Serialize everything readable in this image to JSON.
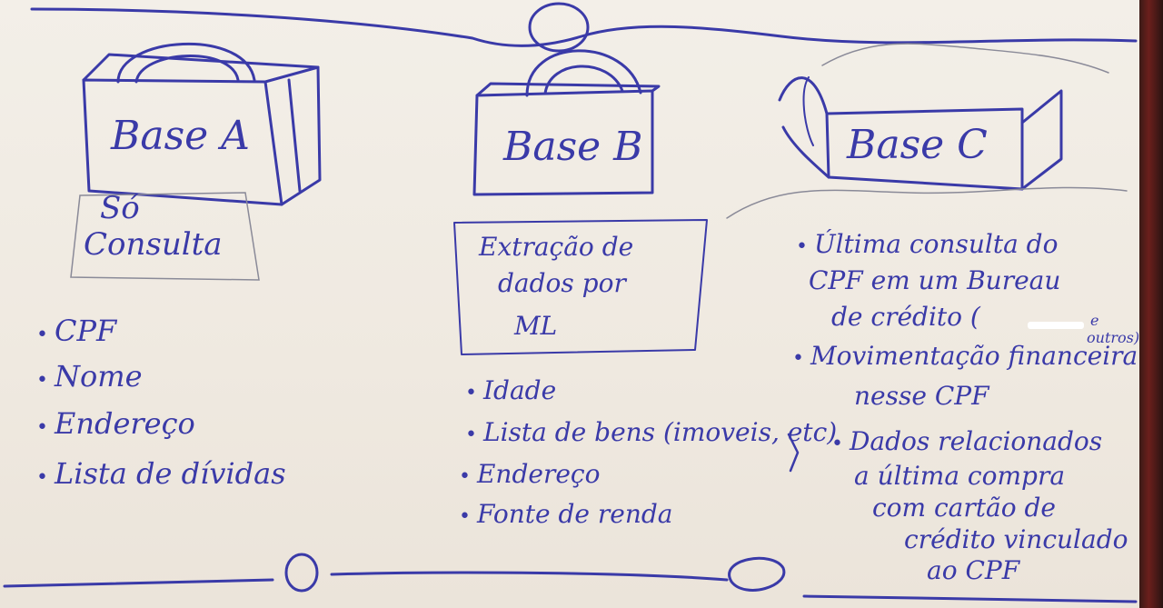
{
  "bases": [
    {
      "title": "Base A",
      "note_lines": [
        "Só",
        "Consulta"
      ],
      "items": [
        "CPF",
        "Nome",
        "Endereço",
        "Lista de dívidas"
      ]
    },
    {
      "title": "Base B",
      "note_lines": [
        "Extração de",
        "dados por",
        "ML"
      ],
      "items": [
        "Idade",
        "Lista de bens (imoveis, etc)",
        "Endereço",
        "Fonte de renda"
      ]
    },
    {
      "title": "Base C",
      "items": [
        {
          "lines": [
            "Última consulta do",
            "CPF em um Bureau",
            "de crédito ("
          ],
          "suffix": [
            "e",
            "outros)"
          ]
        },
        {
          "lines": [
            "Movimentação financeira",
            "nesse CPF"
          ]
        },
        {
          "lines": [
            "Dados relacionados",
            "a última compra",
            "com cartão de",
            "crédito vinculado",
            "ao CPF"
          ]
        }
      ]
    }
  ],
  "colors": {
    "ink": "#3a3aa8",
    "paper": "#f1ece4",
    "pencil": "#8a8a98"
  }
}
